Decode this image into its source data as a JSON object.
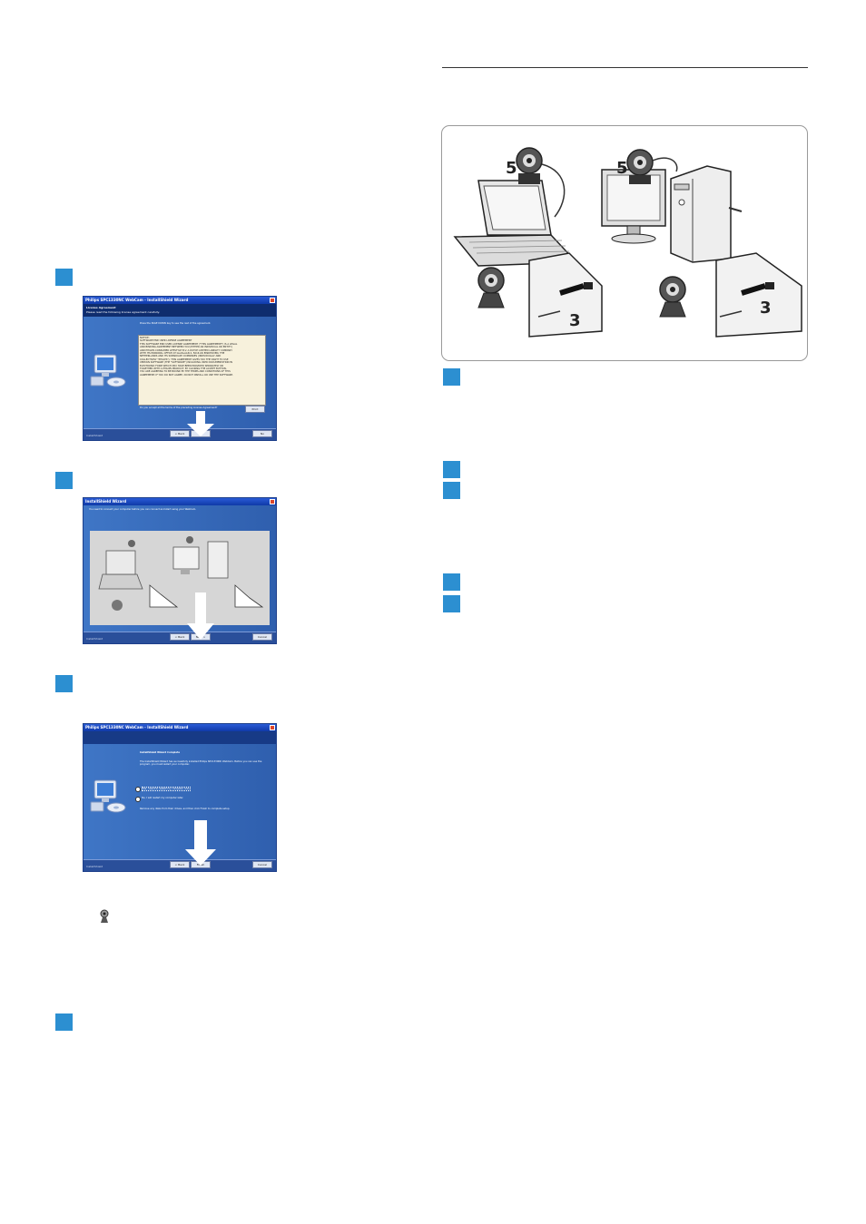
{
  "left_column": {
    "steps": [
      {
        "marker": "",
        "label": ""
      },
      {
        "marker": "",
        "label": ""
      },
      {
        "marker": "",
        "label": ""
      },
      {
        "marker": "",
        "label": ""
      }
    ],
    "screens": {
      "license": {
        "title": "Philips SPC1330NC WebCam - InstallShield Wizard",
        "header": "License Agreement",
        "subheader": "Please read the following license agreement carefully.",
        "intro": "Press the PAGE DOWN key to see the rest of the agreement.",
        "license_lines": [
          "NOTICE:",
          "SOFTWARE END USER LICENSE AGREEMENT",
          "THIS SOFTWARE END USER LICENSE AGREEMENT (\"THIS AGREEMENT\") IS A LEGAL",
          "AND BINDING AGREEMENT BETWEEN YOU (EITHER AN INDIVIDUAL OR ENTITY)",
          "AND PHILIPS CONSUMER LIFESTYLE B.V. A DUTCH LIMITED LIABILITY COMPANY",
          "WITH ITS PRINCIPAL OFFICE AT GLASLAAN 2, 5616 LW EINDHOVEN, THE",
          "NETHERLANDS AND ITS SUBSIDIARY COMPANIES (INDIVIDUALLY AND",
          "COLLECTIVELY \"PHILIPS\"). THIS AGREEMENT GIVES YOU THE RIGHT TO USE",
          "CERTAIN SOFTWARE (THE \"SOFTWARE\") INCLUDING USER DOCUMENTATION IN",
          "ELECTRONIC FORM WHICH MAY HAVE BEEN PROVIDED SEPARATELY OR",
          "TOGETHER WITH A PHILIPS PRODUCT. BY CLICKING THE ACCEPT BUTTON,",
          "YOU ARE AGREEING TO BE BOUND BY THE TERMS AND CONDITIONS OF THIS",
          "AGREEMENT. IF YOU DO NOT AGREE, DO NOT INSTALL OR USE THE SOFTWARE."
        ],
        "question": "Do you accept all the terms of the preceding License Agreement?",
        "print_label": "Print",
        "footer_brand": "InstallShield",
        "back_label": "< Back",
        "next_label": "Yes",
        "cancel_label": "No"
      },
      "connect": {
        "title": "InstallShield Wizard",
        "instruction": "You need to connect your computer before you can connect and start using your WebCam.",
        "footer_brand": "InstallShield",
        "back_label": "< Back",
        "next_label": "Next >",
        "cancel_label": "Cancel"
      },
      "complete": {
        "title": "Philips SPC1330NC WebCam - InstallShield Wizard",
        "heading": "InstallShield Wizard Complete",
        "text1": "The InstallShield Wizard has successfully installed Philips SPC1330NC WebCam. Before you can use the program, you must restart your computer.",
        "radio_yes": "Yes, I want to restart my computer now.",
        "radio_no": "No, I will restart my computer later.",
        "text2": "Remove any disks from their drives, and then click Finish to complete setup.",
        "footer_brand": "InstallShield",
        "back_label": "< Back",
        "next_label": "Finish",
        "cancel_label": "Cancel"
      }
    }
  },
  "right_column": {
    "illustration": {
      "callouts": [
        "5",
        "5",
        "3",
        "3"
      ]
    },
    "steps": [
      {
        "marker": ""
      },
      {
        "marker": ""
      },
      {
        "marker": ""
      },
      {
        "marker": ""
      },
      {
        "marker": ""
      }
    ]
  },
  "colors": {
    "step_marker": "#2c8fd1",
    "window_blue": "#3a6ec0",
    "title_bar": "#0f3aa8"
  }
}
